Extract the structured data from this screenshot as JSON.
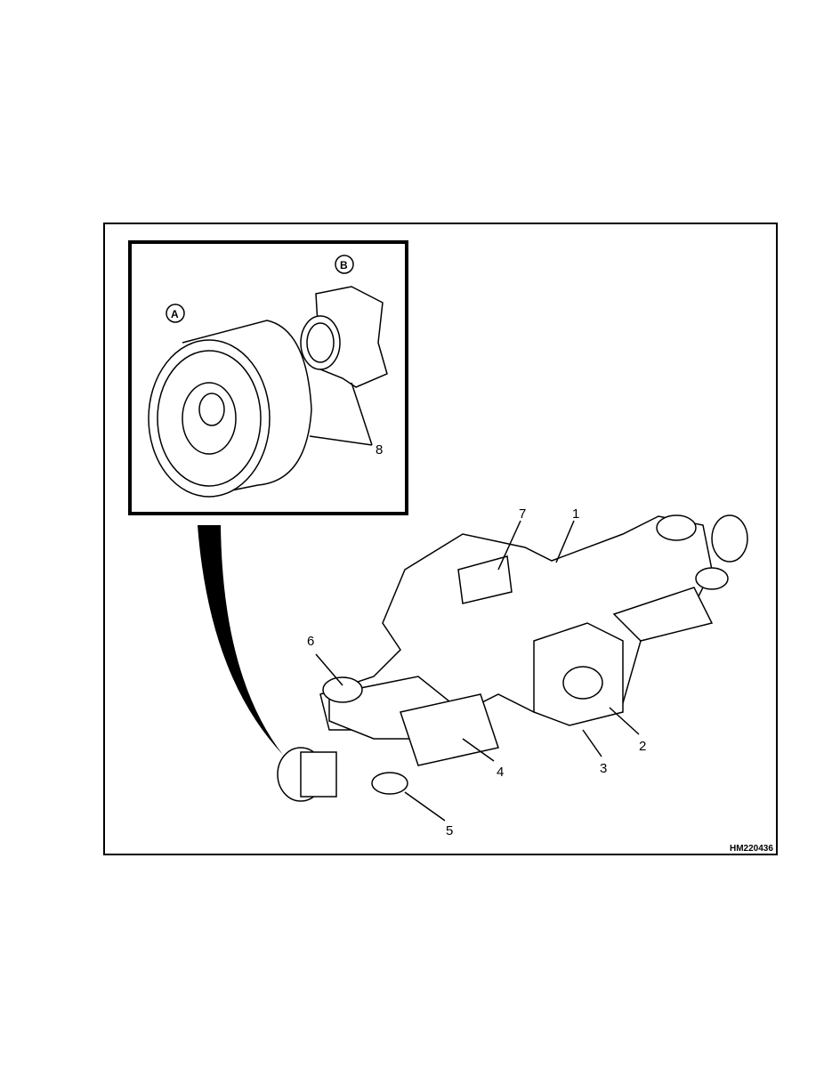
{
  "figure_id": "HM220436",
  "inset_labels": {
    "a": "A",
    "b": "B"
  },
  "callouts": [
    "1",
    "2",
    "3",
    "4",
    "5",
    "6",
    "7",
    "8"
  ]
}
